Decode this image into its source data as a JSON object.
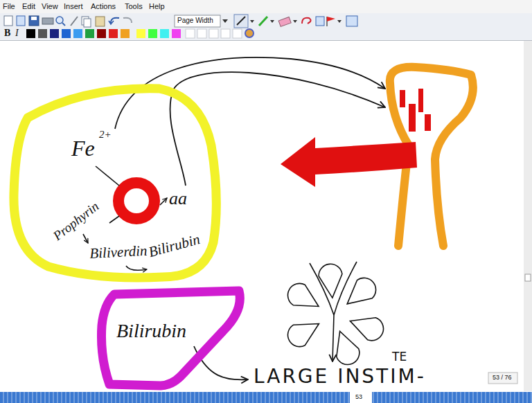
{
  "diagram": {
    "nodes": [
      {
        "text": [
          "Fe",
          "2+",
          "aa",
          "Prophyrin",
          "Biliverdin",
          "Bilirubin"
        ]
      },
      {
        "text": [
          "Bilirubin"
        ]
      }
    ],
    "edges": [
      {
        "from": 0,
        "to": 1,
        "arrow": "none"
      }
    ],
    "labels": [
      "File",
      "Edit",
      "View",
      "Insert",
      "Actions",
      "Tools",
      "Help",
      "Page Width",
      "B",
      "I",
      "TE",
      "LARGE INSTIM-",
      "53 / 76",
      "53"
    ]
  }
}
